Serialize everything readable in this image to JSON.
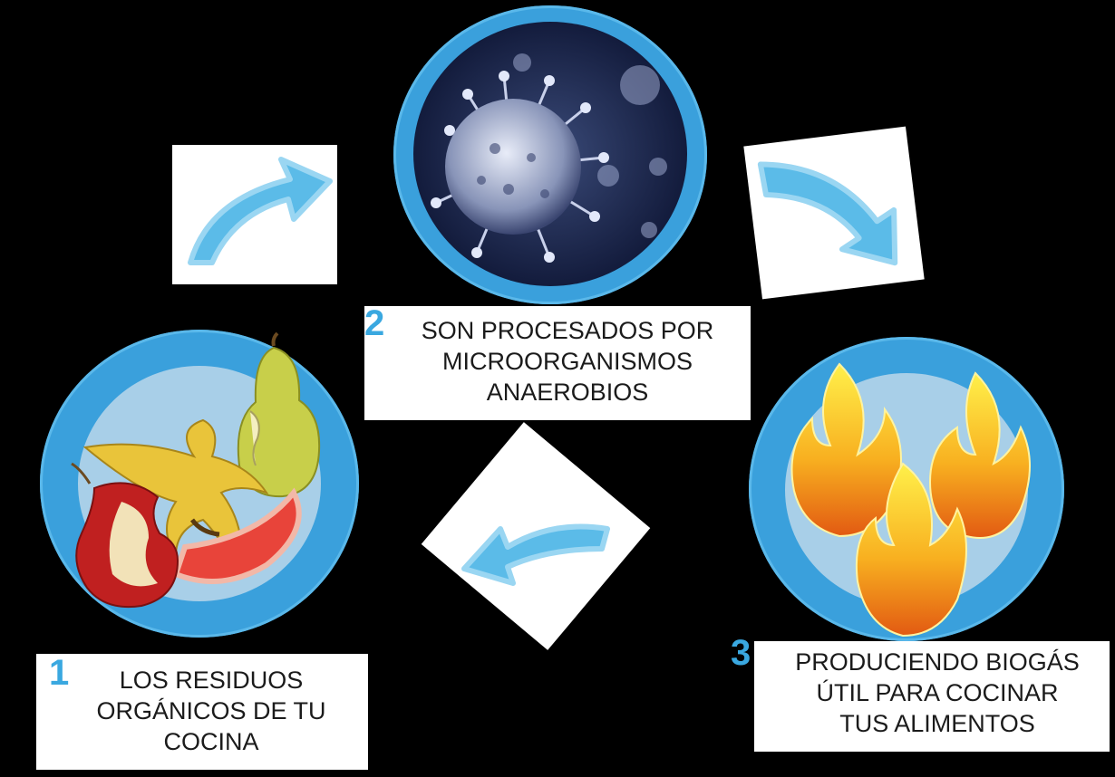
{
  "steps": [
    {
      "number": "1",
      "lines": [
        "LOS RESIDUOS",
        "ORGÁNICOS DE TU",
        "COCINA"
      ]
    },
    {
      "number": "2",
      "lines": [
        "SON PROCESADOS POR",
        "MICROORGANISMOS",
        "ANAEROBIOS"
      ]
    },
    {
      "number": "3",
      "lines": [
        "PRODUCIENDO BIOGÁS",
        "ÚTIL PARA COCINAR",
        "TUS ALIMENTOS"
      ]
    }
  ],
  "colors": {
    "background": "#000000",
    "circle": "#3aa0dc",
    "arrow": "#5bbbe8",
    "number": "#3aa8e0",
    "card": "#ffffff"
  },
  "icons": {
    "step1": "organic-waste-icon",
    "step2": "microorganism-icon",
    "step3": "flame-icon",
    "arrows": "curved-arrow-icon"
  }
}
